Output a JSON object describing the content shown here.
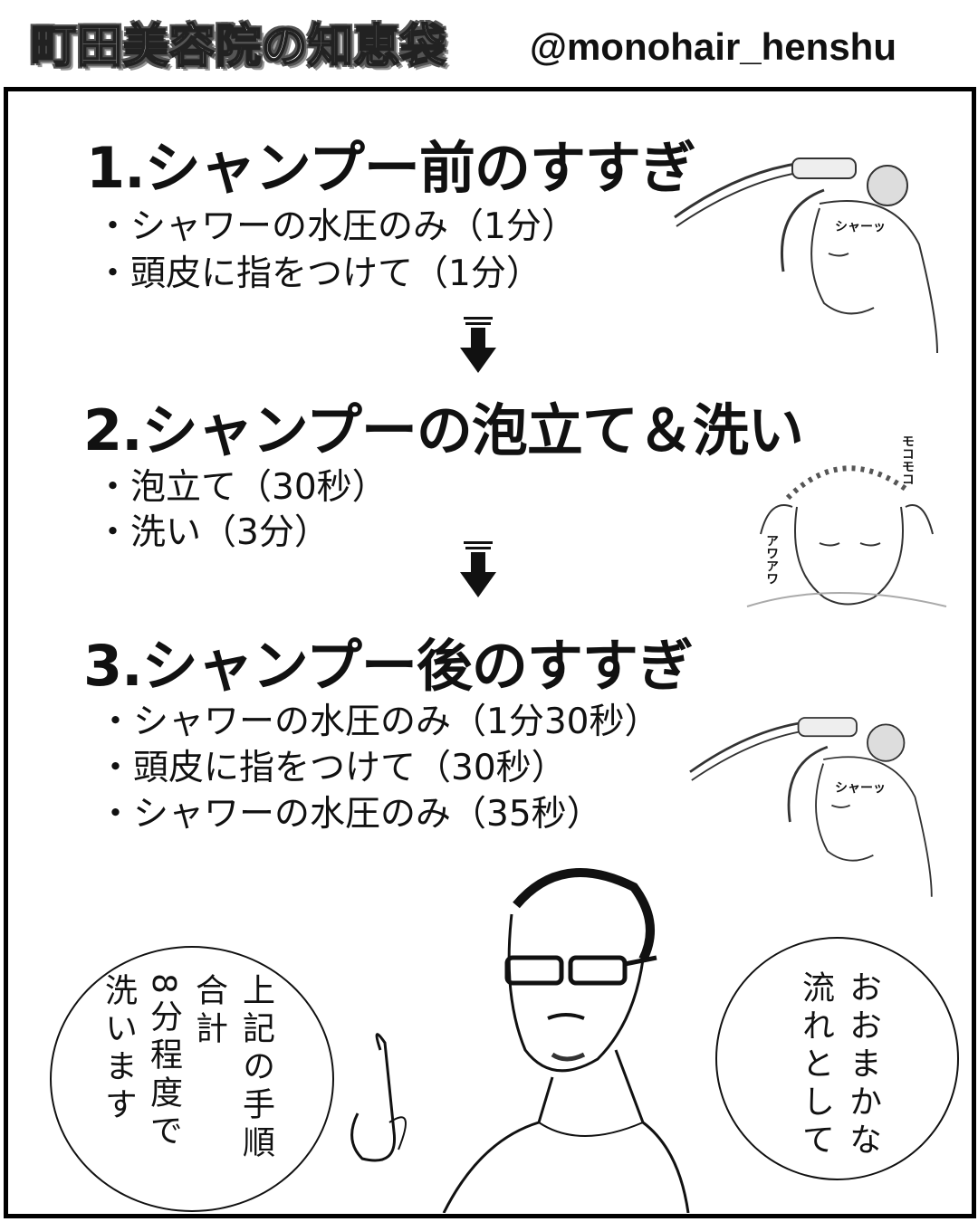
{
  "header": {
    "brand": "町田美容院の知恵袋",
    "handle": "@monohair_henshu"
  },
  "steps": [
    {
      "title": "1.シャンプー前のすすぎ",
      "bullets": [
        "・シャワーの水圧のみ（1分）",
        "・頭皮に指をつけて（1分）"
      ]
    },
    {
      "title": "2.シャンプーの泡立て＆洗い",
      "bullets": [
        "・泡立て（30秒）",
        "・洗い（3分）"
      ]
    },
    {
      "title": "3.シャンプー後のすすぎ",
      "bullets": [
        "・シャワーの水圧のみ（1分30秒）",
        "・頭皮に指をつけて（30秒）",
        "・シャワーの水圧のみ（35秒）"
      ]
    }
  ],
  "sfx": {
    "shower": "シャーッ",
    "moko": "モコモコ",
    "awa": "アワアワ"
  },
  "bubbles": {
    "left": [
      "上記の手順",
      "合計",
      "8分程度で",
      "洗います"
    ],
    "right": [
      "おおまかな",
      "流れとして"
    ]
  }
}
